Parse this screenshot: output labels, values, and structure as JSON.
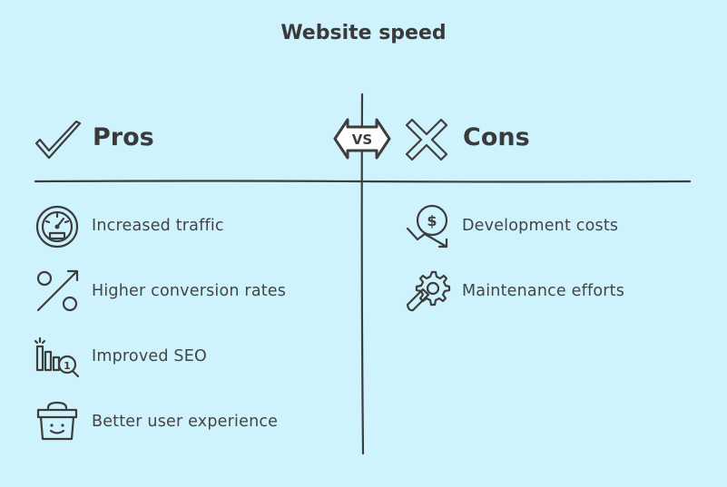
{
  "title": "Website speed",
  "vs_label": "VS",
  "pros": {
    "heading": "Pros",
    "items": [
      {
        "label": "Increased traffic",
        "icon": "speedometer-icon"
      },
      {
        "label": "Higher conversion rates",
        "icon": "percent-icon"
      },
      {
        "label": "Improved SEO",
        "icon": "seo-ranking-icon"
      },
      {
        "label": "Better user experience",
        "icon": "happy-basket-icon"
      }
    ]
  },
  "cons": {
    "heading": "Cons",
    "items": [
      {
        "label": "Development costs",
        "icon": "cost-decline-icon"
      },
      {
        "label": "Maintenance efforts",
        "icon": "gear-wrench-icon"
      }
    ]
  },
  "colors": {
    "background": "#cff3fd",
    "ink": "#3d3d3d"
  }
}
